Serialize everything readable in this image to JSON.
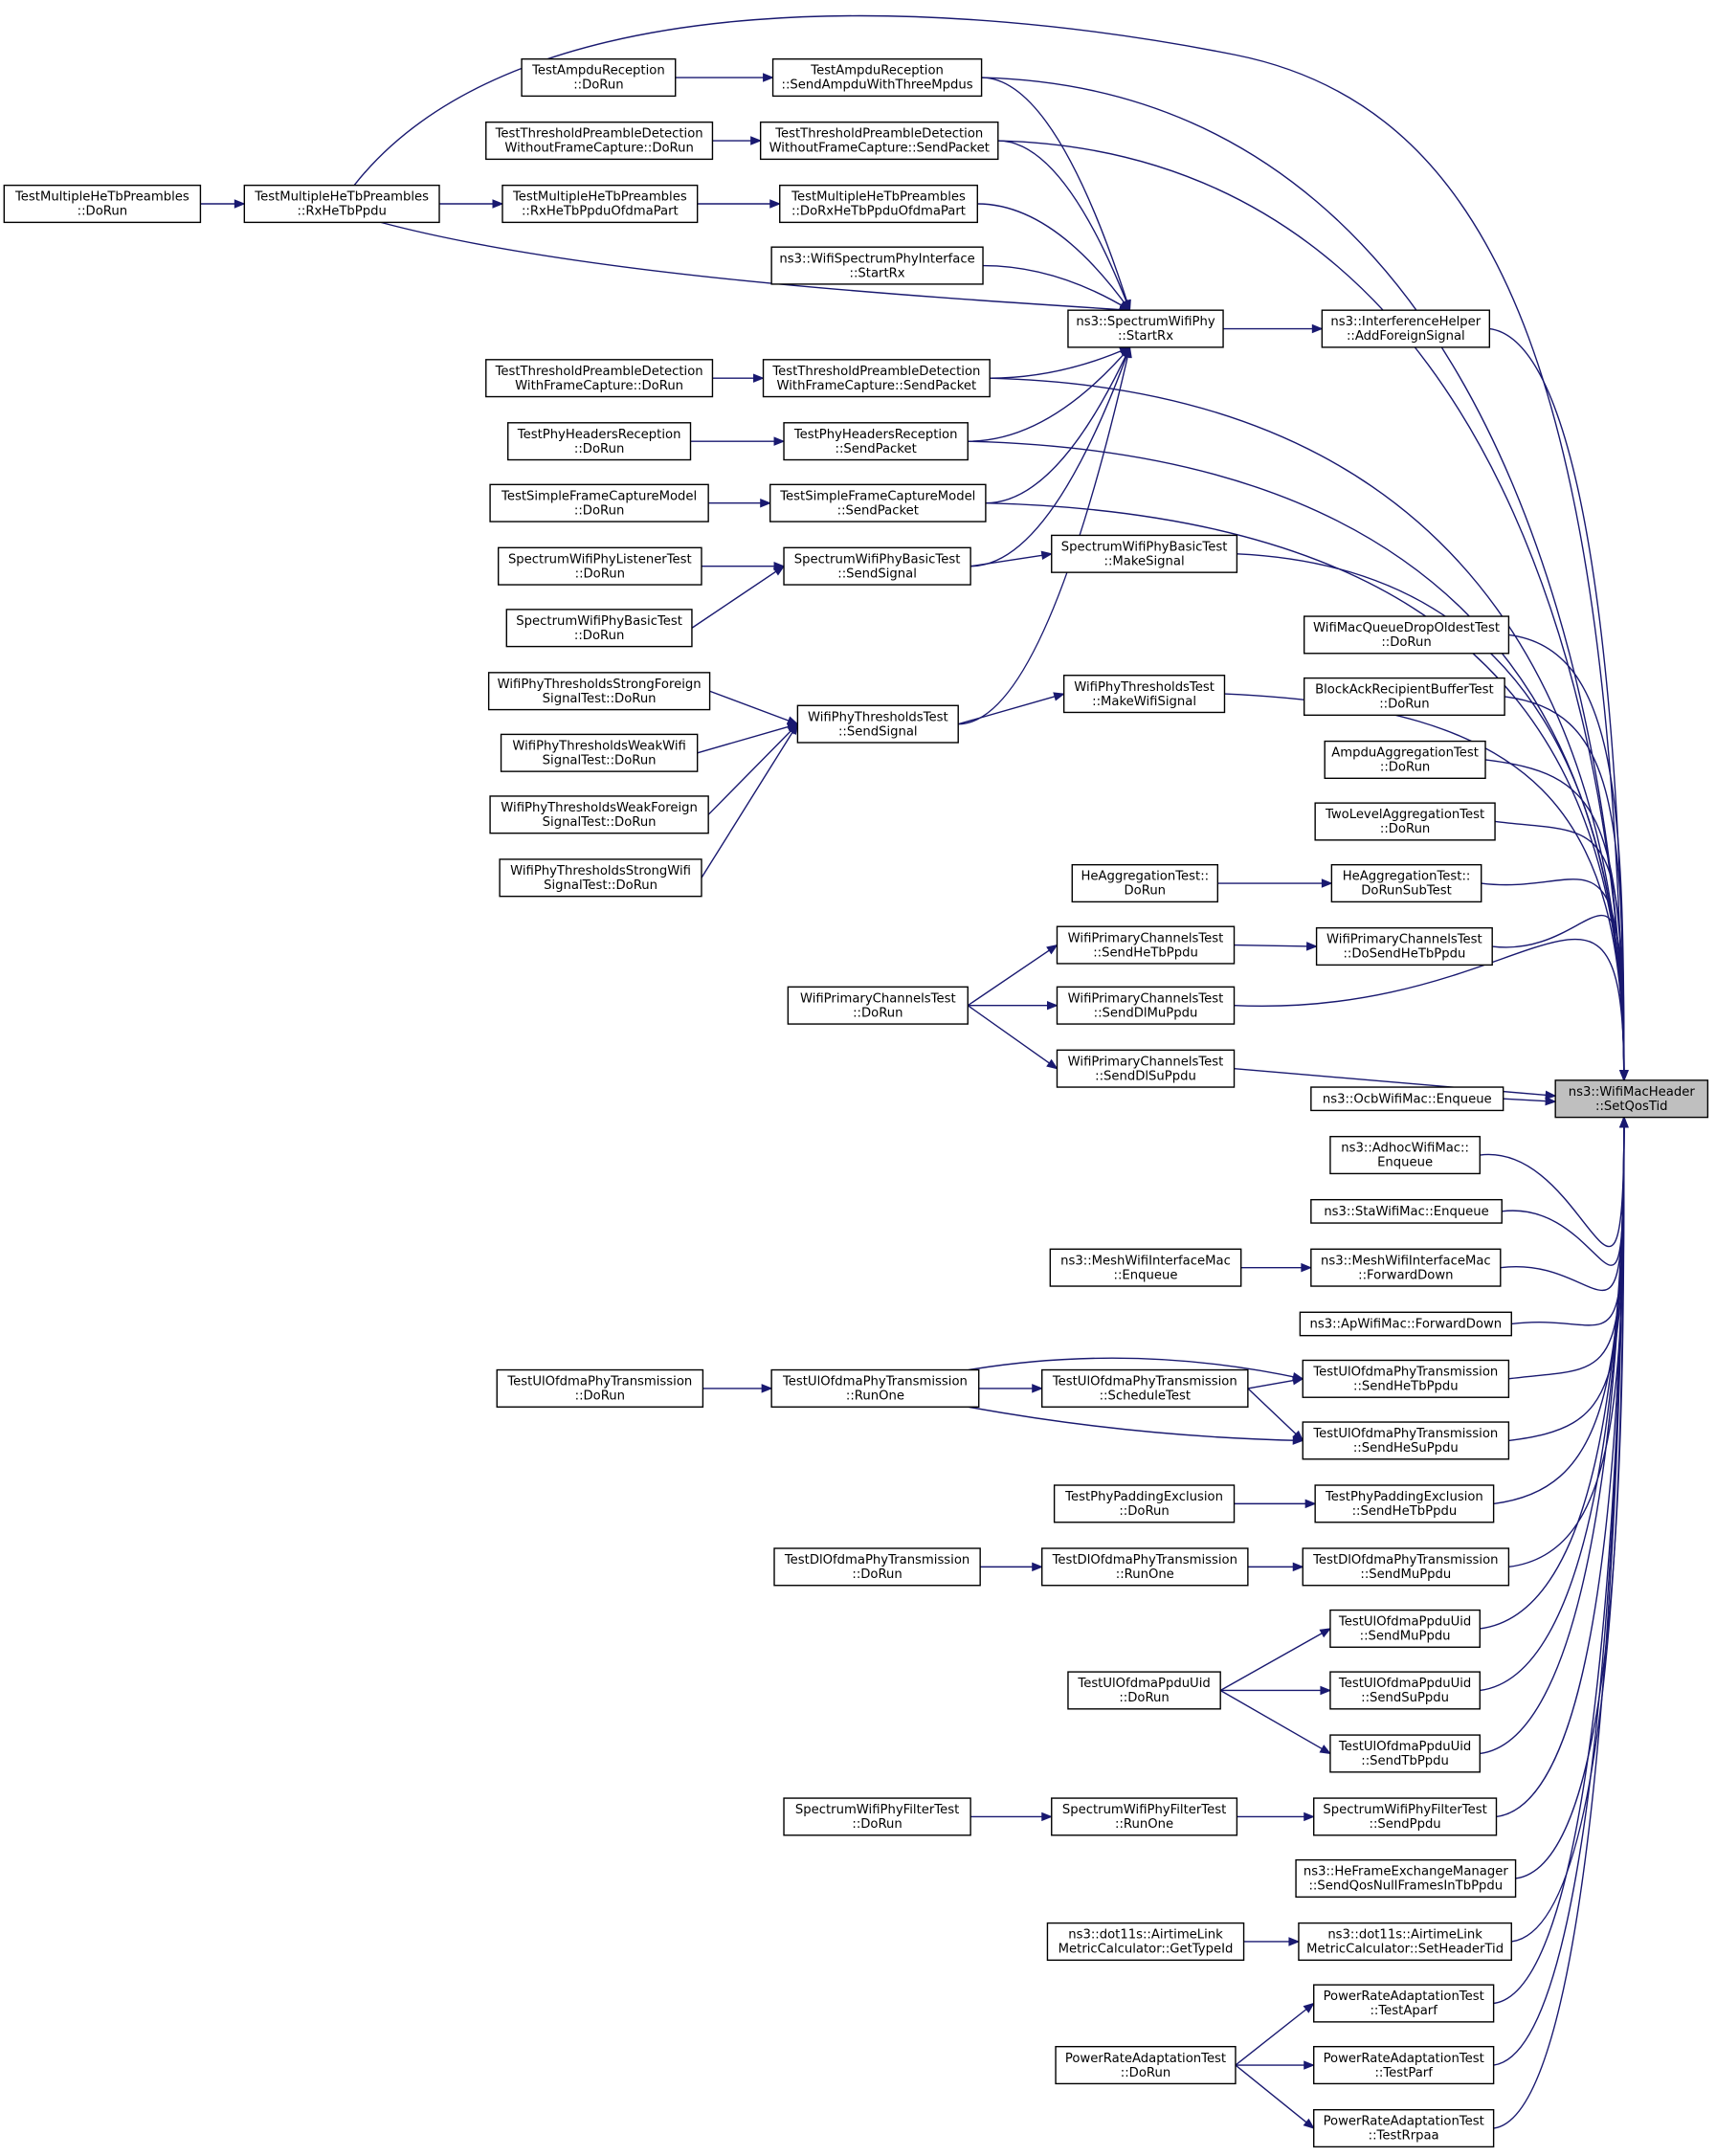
{
  "colors": {
    "edge": "#191970",
    "node_border": "#000000",
    "node_fill": "#ffffff",
    "root_fill": "#bfbfbf"
  },
  "nodes": [
    {
      "id": "root",
      "lines": [
        "ns3::WifiMacHeader",
        "::SetQosTid"
      ],
      "root": true
    },
    {
      "id": "tmp_dorun",
      "lines": [
        "TestMultipleHeTbPreambles",
        "::DoRun"
      ]
    },
    {
      "id": "tmp_rx",
      "lines": [
        "TestMultipleHeTbPreambles",
        "::RxHeTbPpdu"
      ]
    },
    {
      "id": "tmp_rxofdma",
      "lines": [
        "TestMultipleHeTbPreambles",
        "::RxHeTbPpduOfdmaPart"
      ]
    },
    {
      "id": "tmp_dorxofdma",
      "lines": [
        "TestMultipleHeTbPreambles",
        "::DoRxHeTbPpduOfdmaPart"
      ]
    },
    {
      "id": "ar_dorun",
      "lines": [
        "TestAmpduReception",
        "::DoRun"
      ]
    },
    {
      "id": "ar_send",
      "lines": [
        "TestAmpduReception",
        "::SendAmpduWithThreeMpdus"
      ]
    },
    {
      "id": "tpd_wo_dorun",
      "lines": [
        "TestThresholdPreambleDetection",
        "WithoutFrameCapture::DoRun"
      ]
    },
    {
      "id": "tpd_wo_send",
      "lines": [
        "TestThresholdPreambleDetection",
        "WithoutFrameCapture::SendPacket"
      ]
    },
    {
      "id": "wspi_startrx",
      "lines": [
        "ns3::WifiSpectrumPhyInterface",
        "::StartRx"
      ]
    },
    {
      "id": "swp_startrx",
      "lines": [
        "ns3::SpectrumWifiPhy",
        "::StartRx"
      ]
    },
    {
      "id": "ih_afs",
      "lines": [
        "ns3::InterferenceHelper",
        "::AddForeignSignal"
      ]
    },
    {
      "id": "tpd_w_dorun",
      "lines": [
        "TestThresholdPreambleDetection",
        "WithFrameCapture::DoRun"
      ]
    },
    {
      "id": "tpd_w_send",
      "lines": [
        "TestThresholdPreambleDetection",
        "WithFrameCapture::SendPacket"
      ]
    },
    {
      "id": "phr_dorun",
      "lines": [
        "TestPhyHeadersReception",
        "::DoRun"
      ]
    },
    {
      "id": "phr_send",
      "lines": [
        "TestPhyHeadersReception",
        "::SendPacket"
      ]
    },
    {
      "id": "sfcm_dorun",
      "lines": [
        "TestSimpleFrameCaptureModel",
        "::DoRun"
      ]
    },
    {
      "id": "sfcm_send",
      "lines": [
        "TestSimpleFrameCaptureModel",
        "::SendPacket"
      ]
    },
    {
      "id": "swplt_dorun",
      "lines": [
        "SpectrumWifiPhyListenerTest",
        "::DoRun"
      ]
    },
    {
      "id": "swpbt_send",
      "lines": [
        "SpectrumWifiPhyBasicTest",
        "::SendSignal"
      ]
    },
    {
      "id": "swpbt_make",
      "lines": [
        "SpectrumWifiPhyBasicTest",
        "::MakeSignal"
      ]
    },
    {
      "id": "swpbt_dorun",
      "lines": [
        "SpectrumWifiPhyBasicTest",
        "::DoRun"
      ]
    },
    {
      "id": "wmqdot_dorun",
      "lines": [
        "WifiMacQueueDropOldestTest",
        "::DoRun"
      ]
    },
    {
      "id": "wpts_foreign_dorun",
      "lines": [
        "WifiPhyThresholdsStrongForeign",
        "SignalTest::DoRun"
      ]
    },
    {
      "id": "wpt_send",
      "lines": [
        "WifiPhyThresholdsTest",
        "::SendSignal"
      ]
    },
    {
      "id": "wpt_make",
      "lines": [
        "WifiPhyThresholdsTest",
        "::MakeWifiSignal"
      ]
    },
    {
      "id": "bar_dorun",
      "lines": [
        "BlockAckRecipientBufferTest",
        "::DoRun"
      ]
    },
    {
      "id": "wptw_wifi_dorun",
      "lines": [
        "WifiPhyThresholdsWeakWifi",
        "SignalTest::DoRun"
      ]
    },
    {
      "id": "aat_dorun",
      "lines": [
        "AmpduAggregationTest",
        "::DoRun"
      ]
    },
    {
      "id": "wptw_foreign_dorun",
      "lines": [
        "WifiPhyThresholdsWeakForeign",
        "SignalTest::DoRun"
      ]
    },
    {
      "id": "tlat_dorun",
      "lines": [
        "TwoLevelAggregationTest",
        "::DoRun"
      ]
    },
    {
      "id": "wpts_wifi_dorun",
      "lines": [
        "WifiPhyThresholdsStrongWifi",
        "SignalTest::DoRun"
      ]
    },
    {
      "id": "hat_dorun",
      "lines": [
        "HeAggregationTest::",
        "DoRun"
      ]
    },
    {
      "id": "hat_sub",
      "lines": [
        "HeAggregationTest::",
        "DoRunSubTest"
      ]
    },
    {
      "id": "wpct_sendhetb",
      "lines": [
        "WifiPrimaryChannelsTest",
        "::SendHeTbPpdu"
      ]
    },
    {
      "id": "wpct_dosendhetb",
      "lines": [
        "WifiPrimaryChannelsTest",
        "::DoSendHeTbPpdu"
      ]
    },
    {
      "id": "wpct_dorun",
      "lines": [
        "WifiPrimaryChannelsTest",
        "::DoRun"
      ]
    },
    {
      "id": "wpct_senddlmu",
      "lines": [
        "WifiPrimaryChannelsTest",
        "::SendDlMuPpdu"
      ]
    },
    {
      "id": "wpct_senddlsu",
      "lines": [
        "WifiPrimaryChannelsTest",
        "::SendDlSuPpdu"
      ]
    },
    {
      "id": "ocb_enqueue",
      "lines": [
        "ns3::OcbWifiMac::Enqueue"
      ]
    },
    {
      "id": "adhoc_enqueue",
      "lines": [
        "ns3::AdhocWifiMac::",
        "Enqueue"
      ]
    },
    {
      "id": "sta_enqueue",
      "lines": [
        "ns3::StaWifiMac::Enqueue"
      ]
    },
    {
      "id": "mesh_enqueue",
      "lines": [
        "ns3::MeshWifiInterfaceMac",
        "::Enqueue"
      ]
    },
    {
      "id": "mesh_fd",
      "lines": [
        "ns3::MeshWifiInterfaceMac",
        "::ForwardDown"
      ]
    },
    {
      "id": "ap_fd",
      "lines": [
        "ns3::ApWifiMac::ForwardDown"
      ]
    },
    {
      "id": "uopt_dorun",
      "lines": [
        "TestUlOfdmaPhyTransmission",
        "::DoRun"
      ]
    },
    {
      "id": "uopt_runone",
      "lines": [
        "TestUlOfdmaPhyTransmission",
        "::RunOne"
      ]
    },
    {
      "id": "uopt_sched",
      "lines": [
        "TestUlOfdmaPhyTransmission",
        "::ScheduleTest"
      ]
    },
    {
      "id": "uopt_sendhetb",
      "lines": [
        "TestUlOfdmaPhyTransmission",
        "::SendHeTbPpdu"
      ]
    },
    {
      "id": "uopt_sendhesu",
      "lines": [
        "TestUlOfdmaPhyTransmission",
        "::SendHeSuPpdu"
      ]
    },
    {
      "id": "tppe_dorun",
      "lines": [
        "TestPhyPaddingExclusion",
        "::DoRun"
      ]
    },
    {
      "id": "tppe_send",
      "lines": [
        "TestPhyPaddingExclusion",
        "::SendHeTbPpdu"
      ]
    },
    {
      "id": "dopt_dorun",
      "lines": [
        "TestDlOfdmaPhyTransmission",
        "::DoRun"
      ]
    },
    {
      "id": "dopt_runone",
      "lines": [
        "TestDlOfdmaPhyTransmission",
        "::RunOne"
      ]
    },
    {
      "id": "dopt_sendmu",
      "lines": [
        "TestDlOfdmaPhyTransmission",
        "::SendMuPpdu"
      ]
    },
    {
      "id": "uopu_sendmu",
      "lines": [
        "TestUlOfdmaPpduUid",
        "::SendMuPpdu"
      ]
    },
    {
      "id": "uopu_dorun",
      "lines": [
        "TestUlOfdmaPpduUid",
        "::DoRun"
      ]
    },
    {
      "id": "uopu_sendsu",
      "lines": [
        "TestUlOfdmaPpduUid",
        "::SendSuPpdu"
      ]
    },
    {
      "id": "uopu_sendtb",
      "lines": [
        "TestUlOfdmaPpduUid",
        "::SendTbPpdu"
      ]
    },
    {
      "id": "swpft_dorun",
      "lines": [
        "SpectrumWifiPhyFilterTest",
        "::DoRun"
      ]
    },
    {
      "id": "swpft_runone",
      "lines": [
        "SpectrumWifiPhyFilterTest",
        "::RunOne"
      ]
    },
    {
      "id": "swpft_send",
      "lines": [
        "SpectrumWifiPhyFilterTest",
        "::SendPpdu"
      ]
    },
    {
      "id": "hefem_send",
      "lines": [
        "ns3::HeFrameExchangeManager",
        "::SendQosNullFramesInTbPpdu"
      ]
    },
    {
      "id": "alm_gettype",
      "lines": [
        "ns3::dot11s::AirtimeLink",
        "MetricCalculator::GetTypeId"
      ]
    },
    {
      "id": "alm_sethdr",
      "lines": [
        "ns3::dot11s::AirtimeLink",
        "MetricCalculator::SetHeaderTid"
      ]
    },
    {
      "id": "prat_aparf",
      "lines": [
        "PowerRateAdaptationTest",
        "::TestAparf"
      ]
    },
    {
      "id": "prat_dorun",
      "lines": [
        "PowerRateAdaptationTest",
        "::DoRun"
      ]
    },
    {
      "id": "prat_parf",
      "lines": [
        "PowerRateAdaptationTest",
        "::TestParf"
      ]
    },
    {
      "id": "prat_rrpaa",
      "lines": [
        "PowerRateAdaptationTest",
        "::TestRrpaa"
      ]
    }
  ]
}
